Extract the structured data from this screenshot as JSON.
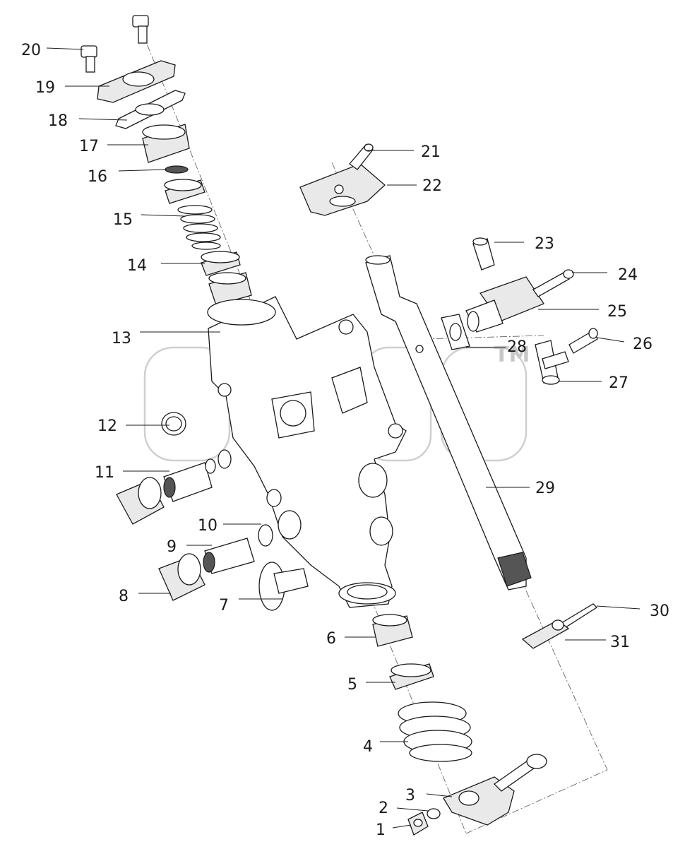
{
  "diagram": {
    "watermark_mark": "TM",
    "callouts": [
      {
        "id": "callout-1",
        "text": "1"
      },
      {
        "id": "callout-2",
        "text": "2"
      },
      {
        "id": "callout-3",
        "text": "3"
      },
      {
        "id": "callout-4",
        "text": "4"
      },
      {
        "id": "callout-5",
        "text": "5"
      },
      {
        "id": "callout-6",
        "text": "6"
      },
      {
        "id": "callout-7",
        "text": "7"
      },
      {
        "id": "callout-8",
        "text": "8"
      },
      {
        "id": "callout-9",
        "text": "9"
      },
      {
        "id": "callout-10",
        "text": "10"
      },
      {
        "id": "callout-11",
        "text": "11"
      },
      {
        "id": "callout-12",
        "text": "12"
      },
      {
        "id": "callout-13",
        "text": "13"
      },
      {
        "id": "callout-14",
        "text": "14"
      },
      {
        "id": "callout-15",
        "text": "15"
      },
      {
        "id": "callout-16",
        "text": "16"
      },
      {
        "id": "callout-17",
        "text": "17"
      },
      {
        "id": "callout-18",
        "text": "18"
      },
      {
        "id": "callout-19",
        "text": "19"
      },
      {
        "id": "callout-20",
        "text": "20"
      },
      {
        "id": "callout-21",
        "text": "21"
      },
      {
        "id": "callout-22",
        "text": "22"
      },
      {
        "id": "callout-23",
        "text": "23"
      },
      {
        "id": "callout-24",
        "text": "24"
      },
      {
        "id": "callout-25",
        "text": "25"
      },
      {
        "id": "callout-26",
        "text": "26"
      },
      {
        "id": "callout-27",
        "text": "27"
      },
      {
        "id": "callout-28",
        "text": "28"
      },
      {
        "id": "callout-29",
        "text": "29"
      },
      {
        "id": "callout-30",
        "text": "30"
      },
      {
        "id": "callout-31",
        "text": "31"
      }
    ]
  }
}
